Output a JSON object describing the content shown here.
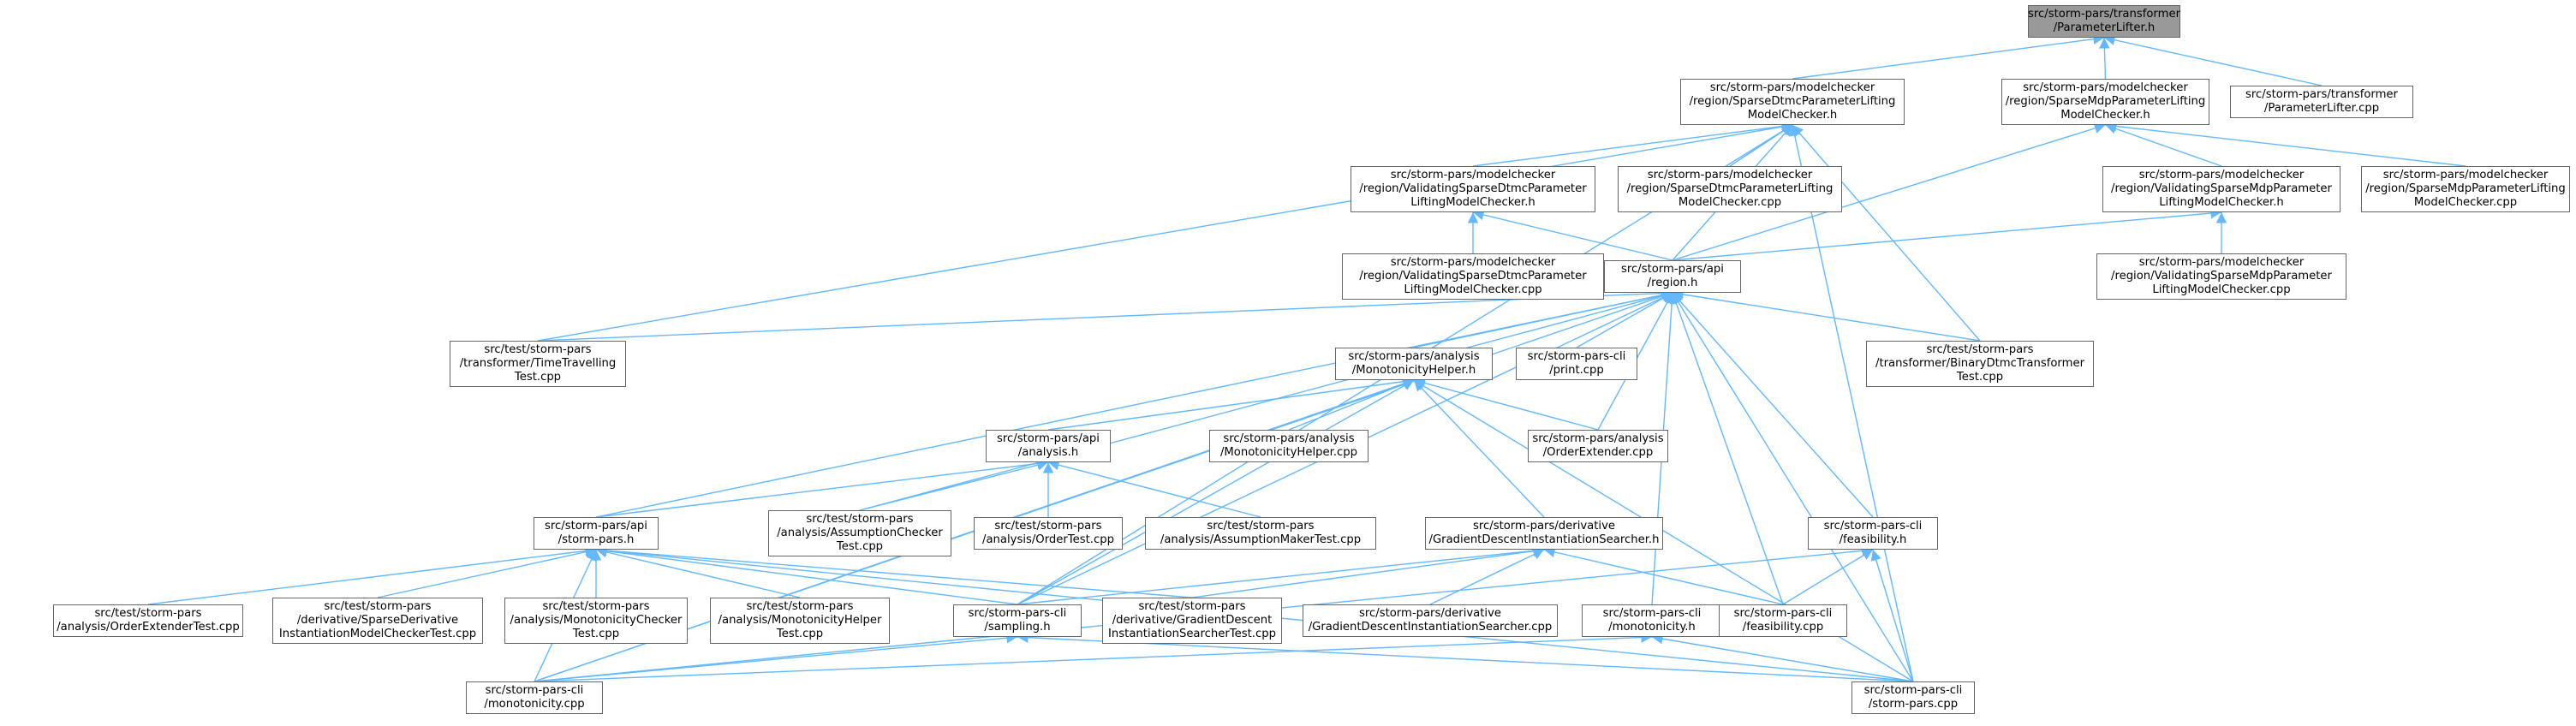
{
  "colors": {
    "edge": "#63b8ff",
    "node_border": "#666666",
    "node_fill": "#ffffff",
    "root_fill": "#999999"
  },
  "graph": {
    "nodes": [
      {
        "id": "n0",
        "label": "src/storm-pars/transformer\n/ParameterLifter.h",
        "root": true
      },
      {
        "id": "n1",
        "label": "src/storm-pars/modelchecker\n/region/SparseDtmcParameterLifting\nModelChecker.h"
      },
      {
        "id": "n2",
        "label": "src/storm-pars/modelchecker\n/region/SparseMdpParameterLifting\nModelChecker.h"
      },
      {
        "id": "n3",
        "label": "src/storm-pars/transformer\n/ParameterLifter.cpp"
      },
      {
        "id": "n4",
        "label": "src/storm-pars/modelchecker\n/region/ValidatingSparseDtmcParameter\nLiftingModelChecker.h"
      },
      {
        "id": "n5",
        "label": "src/storm-pars/modelchecker\n/region/SparseDtmcParameterLifting\nModelChecker.cpp"
      },
      {
        "id": "n6",
        "label": "src/storm-pars/modelchecker\n/region/ValidatingSparseMdpParameter\nLiftingModelChecker.h"
      },
      {
        "id": "n7",
        "label": "src/storm-pars/modelchecker\n/region/SparseMdpParameterLifting\nModelChecker.cpp"
      },
      {
        "id": "n8",
        "label": "src/storm-pars/modelchecker\n/region/ValidatingSparseDtmcParameter\nLiftingModelChecker.cpp"
      },
      {
        "id": "n9",
        "label": "src/storm-pars/api\n/region.h"
      },
      {
        "id": "n10",
        "label": "src/storm-pars/modelchecker\n/region/ValidatingSparseMdpParameter\nLiftingModelChecker.cpp"
      },
      {
        "id": "n11",
        "label": "src/test/storm-pars\n/transformer/TimeTravelling\nTest.cpp"
      },
      {
        "id": "n12",
        "label": "src/storm-pars/analysis\n/MonotonicityHelper.h"
      },
      {
        "id": "n13",
        "label": "src/storm-pars-cli\n/print.cpp"
      },
      {
        "id": "n14",
        "label": "src/test/storm-pars\n/transformer/BinaryDtmcTransformer\nTest.cpp"
      },
      {
        "id": "n15",
        "label": "src/storm-pars/api\n/analysis.h"
      },
      {
        "id": "n16",
        "label": "src/storm-pars/analysis\n/MonotonicityHelper.cpp"
      },
      {
        "id": "n17",
        "label": "src/storm-pars/analysis\n/OrderExtender.cpp"
      },
      {
        "id": "n18",
        "label": "src/storm-pars/api\n/storm-pars.h"
      },
      {
        "id": "n19",
        "label": "src/test/storm-pars\n/analysis/AssumptionChecker\nTest.cpp"
      },
      {
        "id": "n20",
        "label": "src/test/storm-pars\n/analysis/OrderTest.cpp"
      },
      {
        "id": "n21",
        "label": "src/test/storm-pars\n/analysis/AssumptionMakerTest.cpp"
      },
      {
        "id": "n22",
        "label": "src/storm-pars/derivative\n/GradientDescentInstantiationSearcher.h"
      },
      {
        "id": "n23",
        "label": "src/storm-pars-cli\n/feasibility.h"
      },
      {
        "id": "n24",
        "label": "src/test/storm-pars\n/analysis/OrderExtenderTest.cpp"
      },
      {
        "id": "n25",
        "label": "src/test/storm-pars\n/derivative/SparseDerivative\nInstantiationModelCheckerTest.cpp"
      },
      {
        "id": "n26",
        "label": "src/test/storm-pars\n/analysis/MonotonicityChecker\nTest.cpp"
      },
      {
        "id": "n27",
        "label": "src/test/storm-pars\n/analysis/MonotonicityHelper\nTest.cpp"
      },
      {
        "id": "n28",
        "label": "src/storm-pars-cli\n/sampling.h"
      },
      {
        "id": "n29",
        "label": "src/test/storm-pars\n/derivative/GradientDescent\nInstantiationSearcherTest.cpp"
      },
      {
        "id": "n30",
        "label": "src/storm-pars/derivative\n/GradientDescentInstantiationSearcher.cpp"
      },
      {
        "id": "n31",
        "label": "src/storm-pars-cli\n/monotonicity.h"
      },
      {
        "id": "n32",
        "label": "src/storm-pars-cli\n/feasibility.cpp"
      },
      {
        "id": "n33",
        "label": "src/storm-pars-cli\n/monotonicity.cpp"
      },
      {
        "id": "n34",
        "label": "src/storm-pars-cli\n/storm-pars.cpp"
      }
    ],
    "edges": [
      [
        "n1",
        "n0"
      ],
      [
        "n2",
        "n0"
      ],
      [
        "n3",
        "n0"
      ],
      [
        "n4",
        "n1"
      ],
      [
        "n5",
        "n1"
      ],
      [
        "n9",
        "n1"
      ],
      [
        "n11",
        "n1"
      ],
      [
        "n14",
        "n1"
      ],
      [
        "n28",
        "n1"
      ],
      [
        "n34",
        "n1"
      ],
      [
        "n6",
        "n2"
      ],
      [
        "n7",
        "n2"
      ],
      [
        "n9",
        "n2"
      ],
      [
        "n8",
        "n4"
      ],
      [
        "n9",
        "n4"
      ],
      [
        "n10",
        "n6"
      ],
      [
        "n9",
        "n6"
      ],
      [
        "n11",
        "n9"
      ],
      [
        "n12",
        "n9"
      ],
      [
        "n13",
        "n9"
      ],
      [
        "n14",
        "n9"
      ],
      [
        "n17",
        "n9"
      ],
      [
        "n18",
        "n9"
      ],
      [
        "n19",
        "n9"
      ],
      [
        "n23",
        "n9"
      ],
      [
        "n28",
        "n9"
      ],
      [
        "n31",
        "n9"
      ],
      [
        "n32",
        "n9"
      ],
      [
        "n33",
        "n9"
      ],
      [
        "n34",
        "n9"
      ],
      [
        "n15",
        "n12"
      ],
      [
        "n16",
        "n12"
      ],
      [
        "n17",
        "n12"
      ],
      [
        "n22",
        "n12"
      ],
      [
        "n28",
        "n12"
      ],
      [
        "n33",
        "n12"
      ],
      [
        "n34",
        "n12"
      ],
      [
        "n18",
        "n15"
      ],
      [
        "n19",
        "n15"
      ],
      [
        "n20",
        "n15"
      ],
      [
        "n21",
        "n15"
      ],
      [
        "n24",
        "n18"
      ],
      [
        "n25",
        "n18"
      ],
      [
        "n26",
        "n18"
      ],
      [
        "n27",
        "n18"
      ],
      [
        "n28",
        "n18"
      ],
      [
        "n29",
        "n18"
      ],
      [
        "n33",
        "n18"
      ],
      [
        "n34",
        "n18"
      ],
      [
        "n28",
        "n22"
      ],
      [
        "n29",
        "n22"
      ],
      [
        "n30",
        "n22"
      ],
      [
        "n32",
        "n22"
      ],
      [
        "n32",
        "n23"
      ],
      [
        "n33",
        "n23"
      ],
      [
        "n34",
        "n23"
      ],
      [
        "n33",
        "n28"
      ],
      [
        "n34",
        "n28"
      ],
      [
        "n33",
        "n31"
      ],
      [
        "n34",
        "n31"
      ]
    ]
  }
}
